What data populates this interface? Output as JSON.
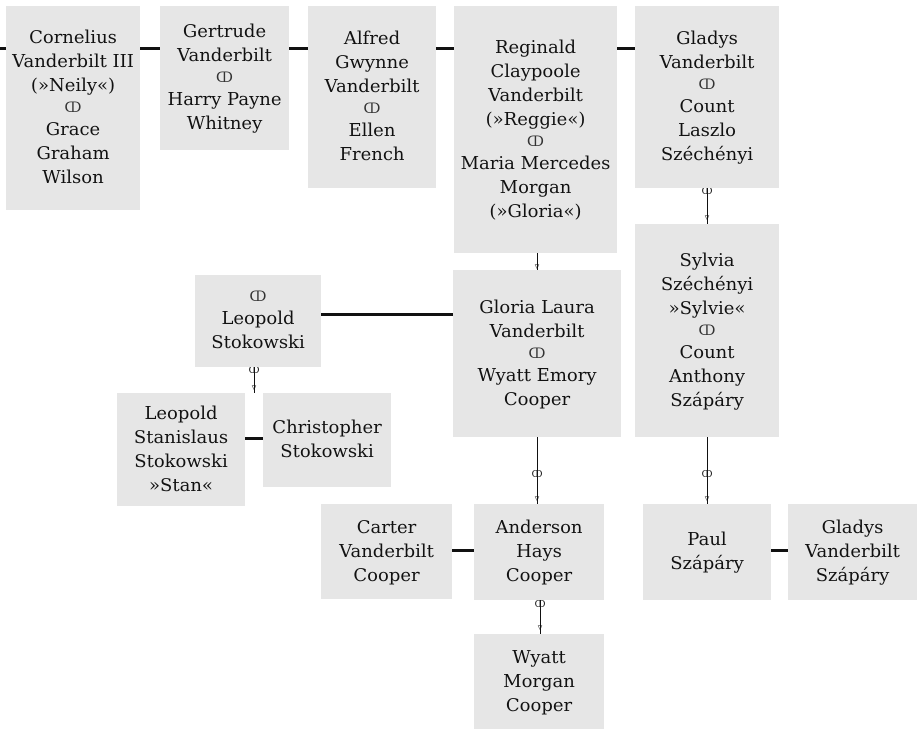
{
  "marriage_symbol": "ↀ",
  "nodes": {
    "cornelius": {
      "name": "Cornelius\nVanderbilt III\n(»Neily«)",
      "spouse": "Grace\nGraham\nWilson"
    },
    "gertrude": {
      "name": "Gertrude\nVanderbilt",
      "spouse": "Harry Payne\nWhitney"
    },
    "alfred": {
      "name": "Alfred\nGwynne\nVanderbilt",
      "spouse": "Ellen\nFrench"
    },
    "reginald": {
      "name": "Reginald\nClaypoole\nVanderbilt\n(»Reggie«)",
      "spouse": "Maria Mercedes\nMorgan\n(»Gloria«)"
    },
    "gladys": {
      "name": "Gladys\nVanderbilt",
      "spouse": "Count\nLaszlo\nSzéchényi"
    },
    "leopold": {
      "spouse": "Leopold\nStokowski"
    },
    "gloria": {
      "name": "Gloria Laura\nVanderbilt",
      "spouse": "Wyatt Emory\nCooper"
    },
    "sylvia": {
      "name": "Sylvia\nSzéchényi\n»Sylvie«",
      "spouse": "Count\nAnthony\nSzápáry"
    },
    "stan": {
      "name": "Leopold\nStanislaus\nStokowski\n»Stan«"
    },
    "christopher": {
      "name": "Christopher\nStokowski"
    },
    "carter": {
      "name": "Carter\nVanderbilt\nCooper"
    },
    "anderson": {
      "name": "Anderson\nHays\nCooper"
    },
    "paul": {
      "name": "Paul\nSzápáry"
    },
    "gladys_sz": {
      "name": "Gladys\nVanderbilt\nSzápáry"
    },
    "wyatt_m": {
      "name": "Wyatt\nMorgan\nCooper"
    }
  }
}
